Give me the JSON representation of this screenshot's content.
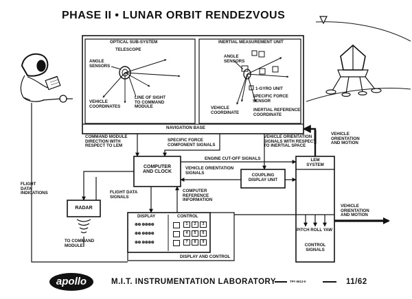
{
  "title": "PHASE II • LUNAR ORBIT RENDEZVOUS",
  "optical": {
    "header": "OPTICAL SUB-SYSTEM",
    "telescope": "TELESCOPE",
    "angle_sensors": "ANGLE\nSENSORS",
    "vehicle_coordinates": "VEHICLE\nCOORDINATES",
    "line_of_sight": "LINE OF SIGHT\nTO COMMAND\nMODULE"
  },
  "imu": {
    "header": "INERTIAL MEASUREMENT UNIT",
    "angle_sensors": "ANGLE\nSENSORS",
    "gyro_unit": "1-GYRO UNIT",
    "specific_force_sensor": "SPECIFIC FORCE\nSENSOR",
    "vehicle_coordinate": "VEHICLE\nCOORDINATE",
    "inertial_reference": "INERTIAL REFERENCE\nCOORDINATE"
  },
  "navigation_base": "NAVIGATION BASE",
  "labels": {
    "cm_direction": "COMMAND MODULE\nDIRECTION WITH\nRESPECT TO LEM",
    "specific_force_signals": "SPECIFIC FORCE\nCOMPONENT SIGNALS",
    "vehicle_orientation_inertial": "VEHICLE ORIENTATION\nSIGNALS WITH RESPECT\nTO INERTIAL SPACE",
    "vehicle_orientation_motion_top": "VEHICLE\nORIENTATION\nAND MOTION",
    "engine_cutoff": "ENGINE CUT-OFF SIGNALS",
    "vehicle_orientation_signals": "VEHICLE ORIENTATION\nSIGNALS",
    "flight_data_indications": "FLIGHT\nDATA\nINDICATIONS",
    "flight_data_signals": "FLIGHT DATA\nSIGNALS",
    "computer_reference": "COMPUTER\nREFERENCE\nINFORMATION",
    "to_command_module": "TO COMMAND\nMODULE",
    "vehicle_orientation_motion_right": "VEHICLE\nORIENTATION\nAND MOTION",
    "display_and_control": "DISPLAY AND CONTROL"
  },
  "computer": "COMPUTER\nAND CLOCK",
  "coupling": "COUPLING\nDISPLAY UNIT",
  "lem_system": "LEM\nSYSTEM",
  "radar": "RADAR",
  "control_signals": {
    "axes": "PITCH ROLL YAW",
    "label": "CONTROL\nSIGNALS"
  },
  "panel": {
    "display_header": "DISPLAY",
    "control_header": "CONTROL",
    "display_rows": [
      "⊕⊕  ⊕⊕⊕⊕",
      "⊕⊕  ⊕⊕⊕⊕",
      "⊕⊕  ⊕⊕⊕⊕"
    ],
    "control_keys": [
      [
        "1",
        "2",
        "3"
      ],
      [
        "4",
        "5",
        "6"
      ],
      [
        "7",
        "8",
        "9"
      ]
    ]
  },
  "footer": {
    "logo": "apollo",
    "lab": "M.I.T. INSTRUMENTATION LABORATORY",
    "tp_number": "TP# 6613-II",
    "date": "11/62"
  }
}
